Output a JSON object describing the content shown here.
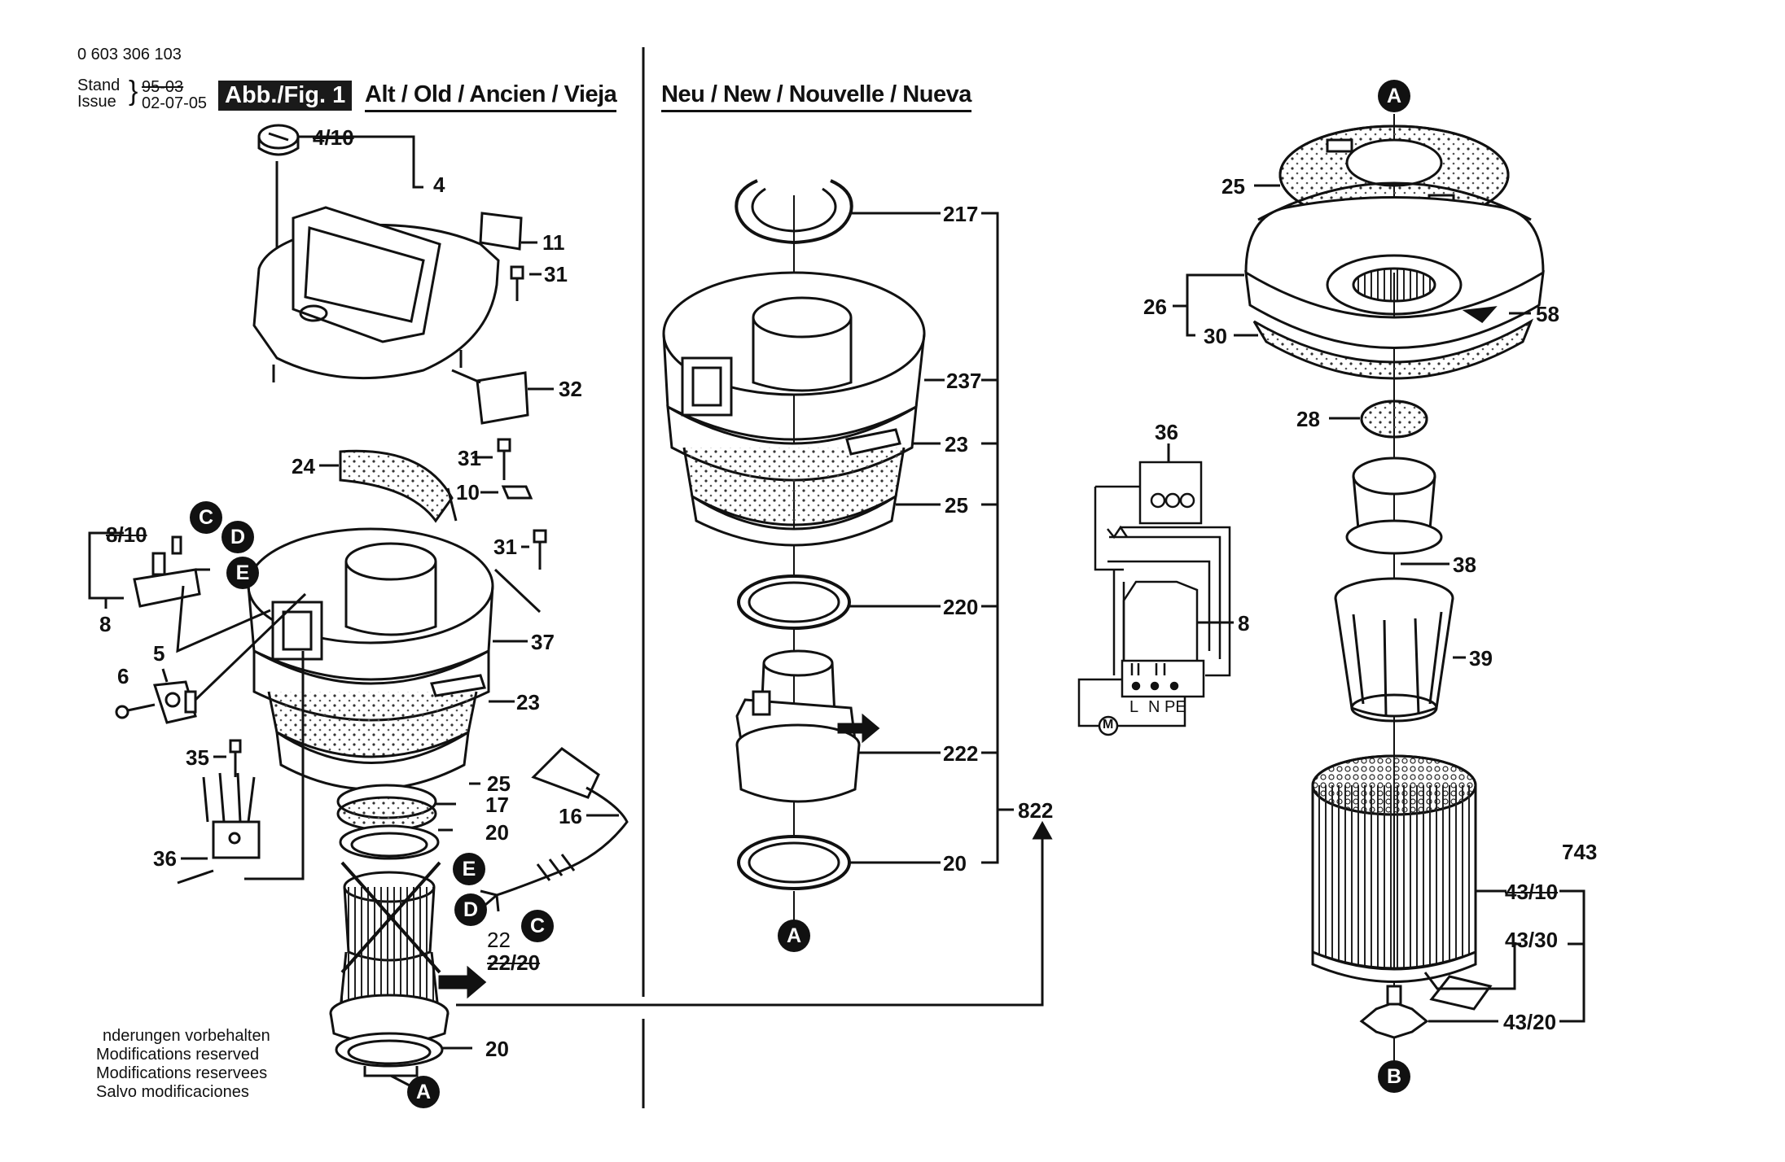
{
  "header": {
    "doc_number": "0 603 306 103",
    "stand_label": "Stand",
    "issue_label": "Issue",
    "stand_date": "95-03",
    "issue_date": "02-07-05",
    "figure_badge": "Abb./Fig. 1",
    "old_title": "Alt / Old / Ancien / Vieja",
    "new_title": "Neu / New / Nouvelle / Nueva"
  },
  "footer": {
    "line1": "nderungen vorbehalten",
    "line2": "Modifications reserved",
    "line3": "Modifications reservees",
    "line4": "Salvo modificaciones"
  },
  "callouts": {
    "A": "A",
    "B": "B",
    "C": "C",
    "D": "D",
    "E": "E"
  },
  "parts_old": {
    "p4_10": "4/10",
    "p4": "4",
    "p11": "11",
    "p31a": "31",
    "p32": "32",
    "p24": "24",
    "p31b": "31",
    "p10": "10",
    "p8_10": "8/10",
    "p8": "8",
    "p31c": "31",
    "p37": "37",
    "p23": "23",
    "p5": "5",
    "p6": "6",
    "p35": "35",
    "p25": "25",
    "p17": "17",
    "p20a": "20",
    "p16": "16",
    "p36": "36",
    "p22": "22",
    "p22_20": "22/20",
    "p20b": "20"
  },
  "parts_new": {
    "p217": "217",
    "p237": "237",
    "p23": "23",
    "p25": "25",
    "p220": "220",
    "p222": "222",
    "p822": "822",
    "p20": "20"
  },
  "parts_right": {
    "p25": "25",
    "p26": "26",
    "p30": "30",
    "p58": "58",
    "p28": "28",
    "p36": "36",
    "p8": "8",
    "p38": "38",
    "p39": "39",
    "p743": "743",
    "p43_10": "43/10",
    "p43_30": "43/30",
    "p43_20": "43/20"
  },
  "wiring": {
    "L": "L",
    "N": "N",
    "PE": "PE",
    "M": "M"
  }
}
